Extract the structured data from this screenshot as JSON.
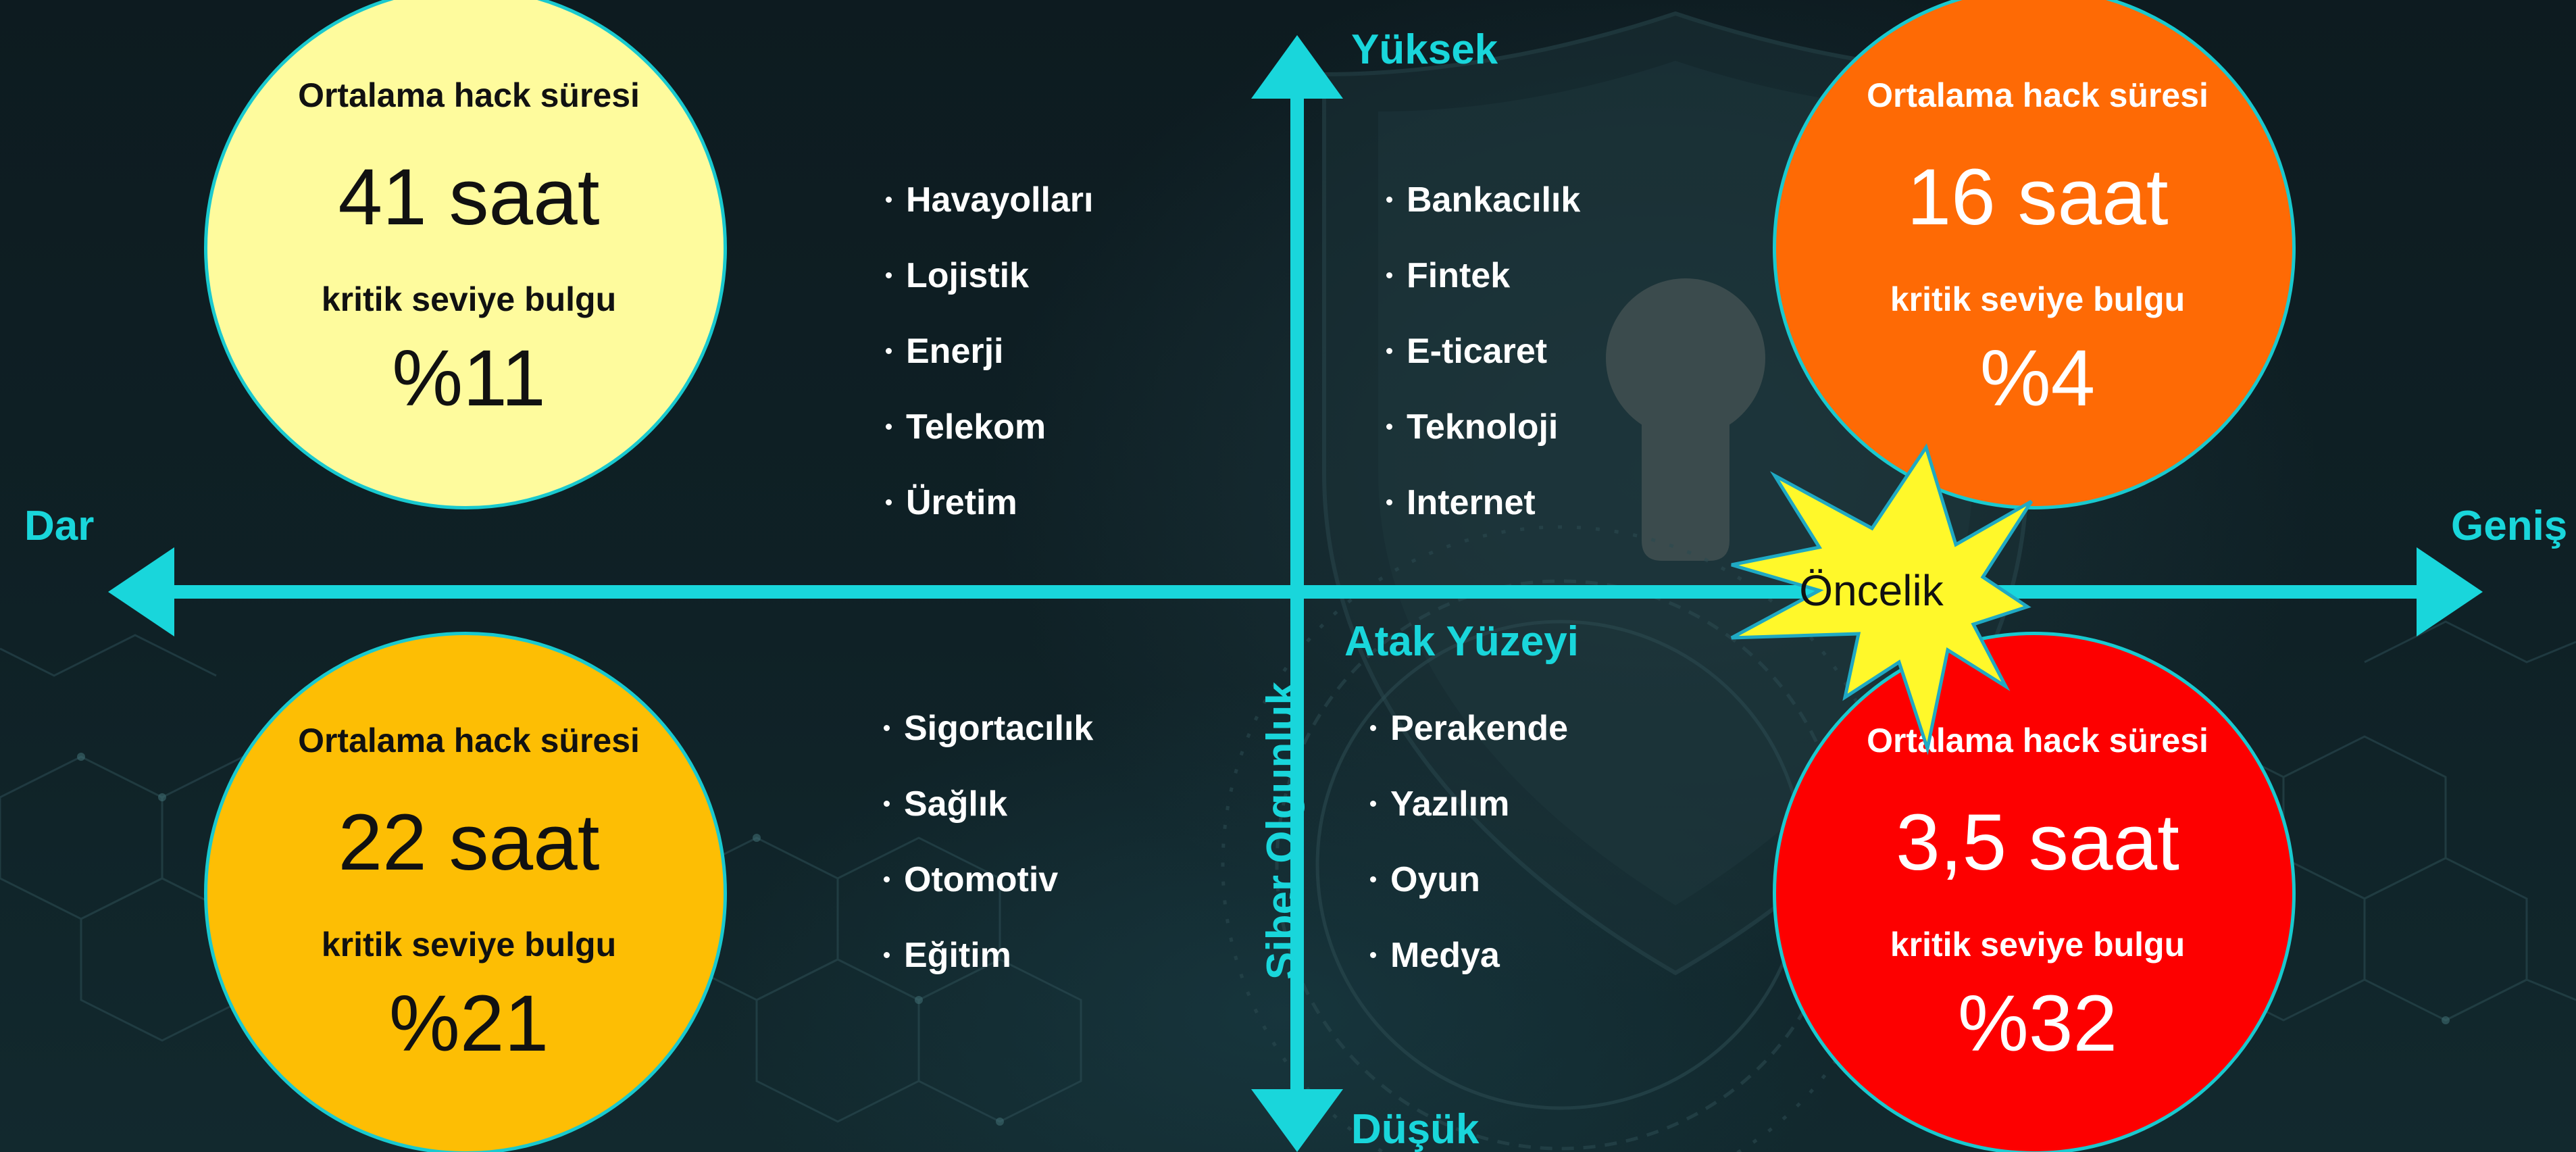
{
  "colors": {
    "accent": "#19d6db",
    "circle_border": "#19c9cf",
    "low_low": "#fefb9d",
    "low_high_maturity_low": "#fdbe04",
    "high_high_maturity": "#fe6a05",
    "critical": "#fd0000",
    "burst": "#fff82a"
  },
  "axes": {
    "y_top": "Yüksek",
    "y_bottom": "Düşük",
    "y_title": "Siber Olgunluk",
    "x_left": "Dar",
    "x_right": "Geniş",
    "x_title": "Atak Yüzeyi"
  },
  "quadrants": {
    "top_left": {
      "hack_label": "Ortalama hack süresi",
      "hack_value": "41 saat",
      "critical_label": "kritik seviye bulgu",
      "critical_value": "%11",
      "sectors": [
        "Havayolları",
        "Lojistik",
        "Enerji",
        "Telekom",
        "Üretim"
      ]
    },
    "top_right": {
      "hack_label": "Ortalama hack süresi",
      "hack_value": "16 saat",
      "critical_label": "kritik seviye bulgu",
      "critical_value": "%4",
      "sectors": [
        "Bankacılık",
        "Fintek",
        "E-ticaret",
        "Teknoloji",
        "Internet"
      ]
    },
    "bottom_left": {
      "hack_label": "Ortalama hack süresi",
      "hack_value": "22 saat",
      "critical_label": "kritik seviye bulgu",
      "critical_value": "%21",
      "sectors": [
        "Sigortacılık",
        "Sağlık",
        "Otomotiv",
        "Eğitim"
      ]
    },
    "bottom_right": {
      "hack_label": "Ortalama hack süresi",
      "hack_value": "3,5 saat",
      "critical_label": "kritik seviye bulgu",
      "critical_value": "%32",
      "sectors": [
        "Perakende",
        "Yazılım",
        "Oyun",
        "Medya"
      ]
    }
  },
  "priority_badge": "Öncelik",
  "background_icons": [
    "shield-icon",
    "keyhole-icon"
  ]
}
